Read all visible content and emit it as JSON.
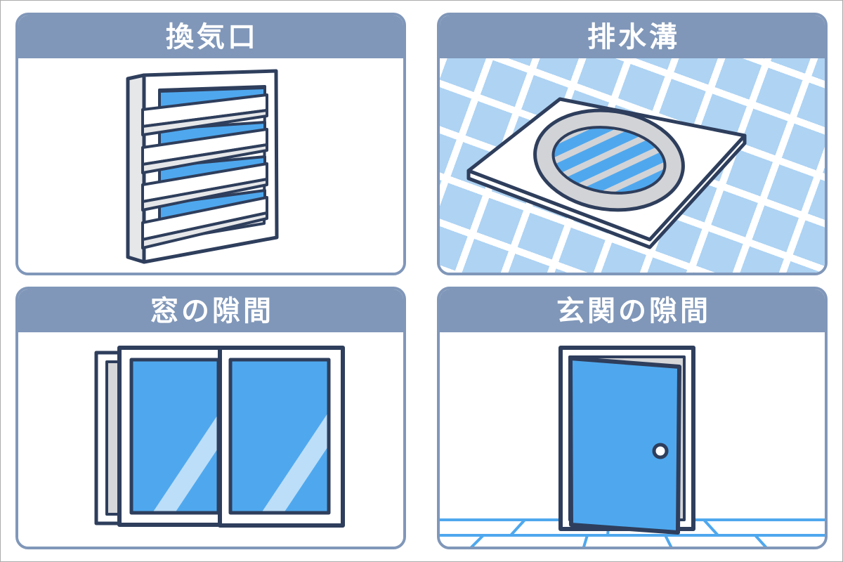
{
  "panels": [
    {
      "id": "vent",
      "title": "換気口",
      "illustration": "louvered-vent"
    },
    {
      "id": "drain",
      "title": "排水溝",
      "illustration": "floor-drain-on-tiles"
    },
    {
      "id": "window",
      "title": "窓の隙間",
      "illustration": "sliding-window-gap"
    },
    {
      "id": "door",
      "title": "玄関の隙間",
      "illustration": "open-entrance-door-gap"
    }
  ],
  "colors": {
    "frame": "#8097b9",
    "outline": "#2e3e5c",
    "blue": "#4fa8ee",
    "tile": "#aed3f3",
    "shine": "#bcdef8",
    "gray": "#d2d3d6",
    "lgray": "#e6e7e9",
    "backgray": "#d6d7d9",
    "grout": "#ffffff"
  }
}
